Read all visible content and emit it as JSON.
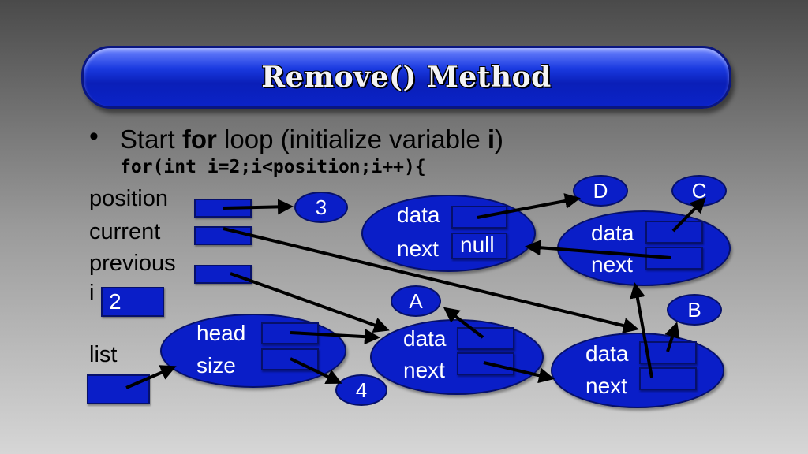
{
  "title": "Remove() Method",
  "bullet": {
    "symbol": "•",
    "pre": "Start ",
    "bold1": "for",
    "mid": " loop (initialize variable ",
    "bold2": "i",
    "post": ")"
  },
  "code": "for(int i=2;i<position;i++){",
  "variables": {
    "position_label": "position",
    "current_label": "current",
    "previous_label": "previous",
    "i_label": "i",
    "i_value": "2",
    "list_label": "list"
  },
  "values": {
    "position_value": "3",
    "size_value": "4"
  },
  "list_object": {
    "head_label": "head",
    "size_label": "size"
  },
  "nodes": {
    "A": {
      "letter": "A",
      "data_label": "data",
      "next_label": "next"
    },
    "B": {
      "letter": "B",
      "data_label": "data",
      "next_label": "next"
    },
    "C": {
      "letter": "C",
      "data_label": "data",
      "next_label": "next"
    },
    "D": {
      "letter": "D",
      "data_label": "data",
      "next_label": "next",
      "next_value": "null"
    }
  },
  "colors": {
    "node_fill": "#0a1ec8",
    "title_fill": "#1a3ae0",
    "arrow": "#000000"
  }
}
